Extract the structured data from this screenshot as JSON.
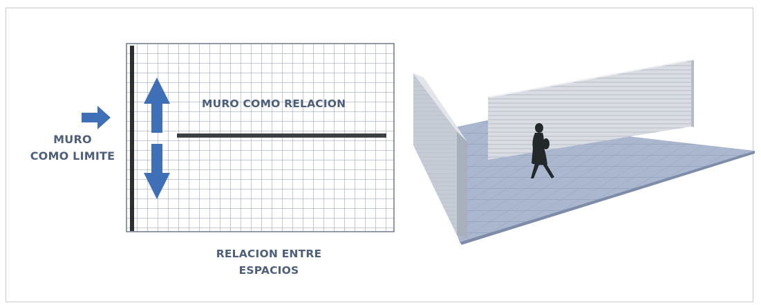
{
  "labels": {
    "wall_as_limit": "MURO\nCOMO LIMITE",
    "wall_as_relation": "MURO COMO RELACION",
    "relation_between_spaces": "RELACION ENTRE\nESPACIOS"
  },
  "colors": {
    "arrow_blue": "#3f6fb7",
    "label_text": "#4d5f7a",
    "grid_line": "#8a94a8",
    "wall_dark": "#2c2f31",
    "floor_blue": "#a9b7cf",
    "wall_grey": "#d5d9df"
  }
}
